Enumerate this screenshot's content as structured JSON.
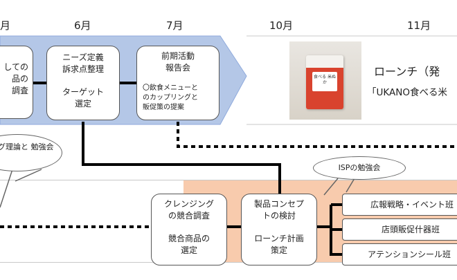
{
  "months": [
    "月",
    "6月",
    "7月",
    "10月",
    "11月"
  ],
  "upper_boxes": {
    "survey_partial": [
      "しての",
      "品の",
      "調査"
    ],
    "needs": [
      "ニーズ定義",
      "訴求点整理",
      "ターゲット",
      "選定"
    ],
    "report_title": [
      "前期活動",
      "報告会"
    ],
    "report_detail": [
      "〇飲食メニューと",
      "のカップリングと",
      "販促策の提案"
    ]
  },
  "launch": {
    "line1": "ローンチ（発",
    "line2": "「UKANO食べる米",
    "product_label": "食べる 米ぬか"
  },
  "bubbles": {
    "left": [
      "グ理論と",
      "勉強会"
    ],
    "isp": "ISPの勉強会"
  },
  "lower_boxes": {
    "cleansing": [
      "クレンジング",
      "の競合調査",
      "競合商品の",
      "選定"
    ],
    "concept": [
      "製品コンセプ",
      "トの検討",
      "ローンチ計画",
      "策定"
    ]
  },
  "teams": [
    "広報戦略・イベント班",
    "店頭販促什器班",
    "アテンションシール班"
  ],
  "colors": {
    "upper_band": "#b4c7e7",
    "lower_band": "#f8cbad",
    "box_border": "#555555"
  }
}
